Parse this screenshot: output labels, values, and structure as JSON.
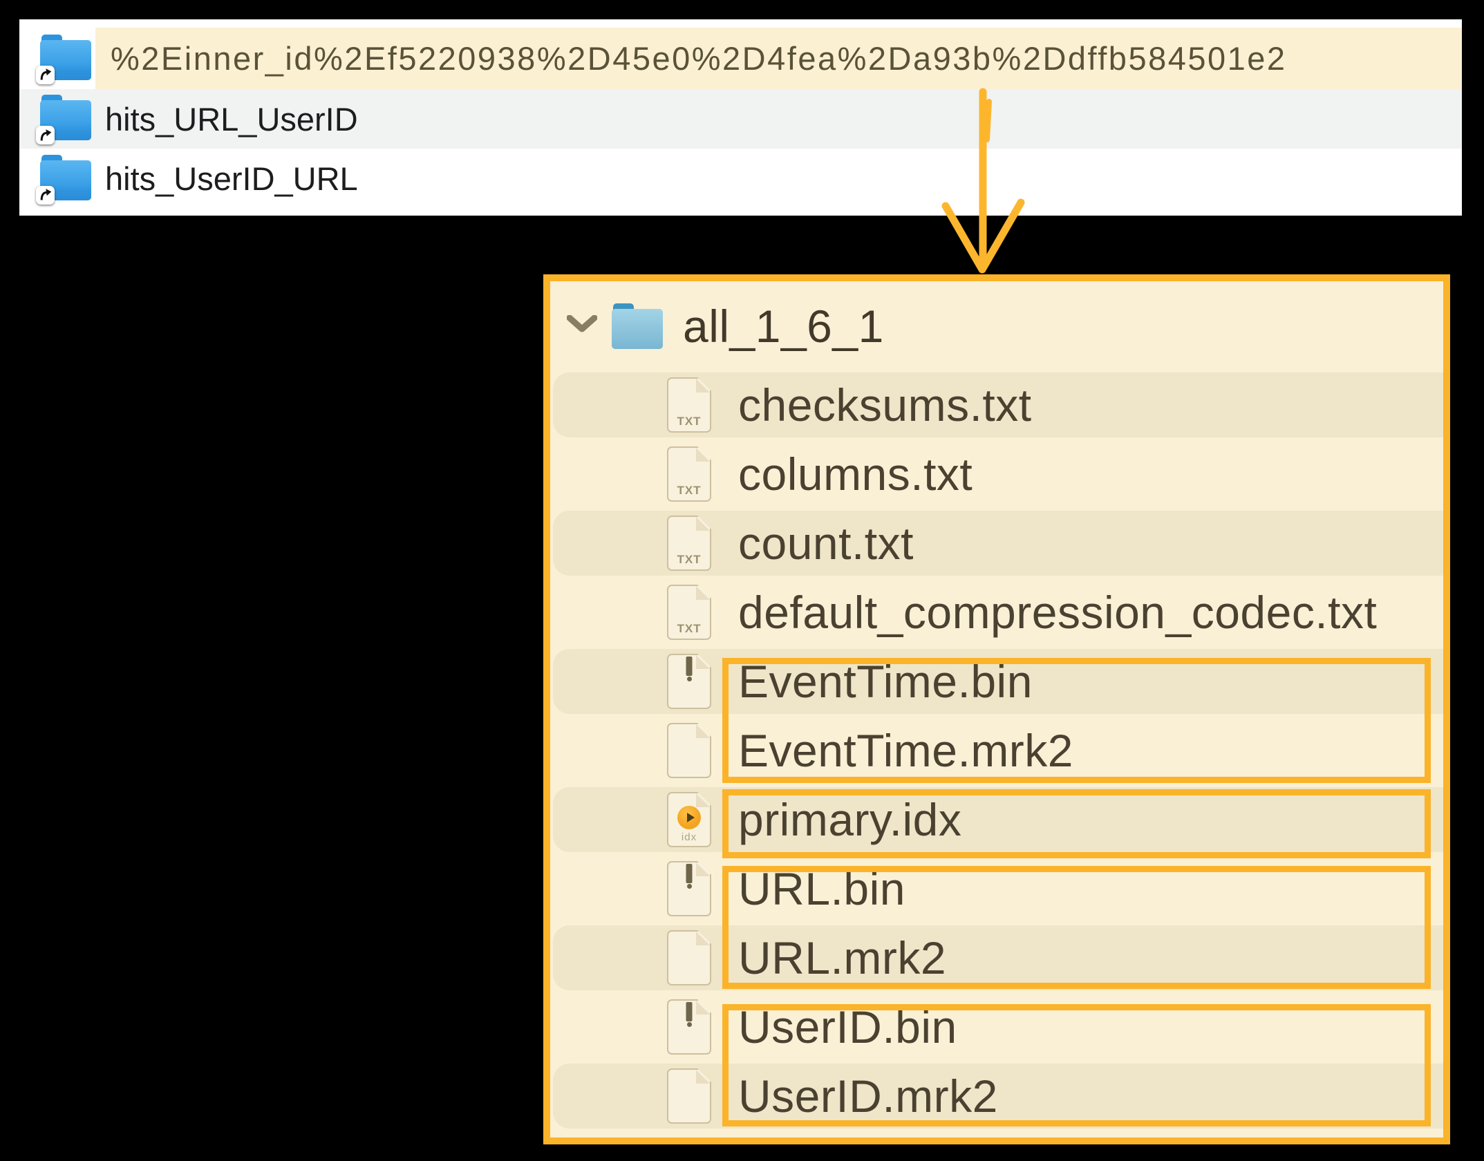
{
  "colors": {
    "accent": "#fbb32a",
    "selection_highlight": "#fbf0d2",
    "panel_background": "#faf0d6",
    "row_stripe": "#efe5c9",
    "alt_row_gray": "#f1f2f2"
  },
  "finder_list": {
    "rows": [
      {
        "name": "%2Einner_id%2Ef5220938%2D45e0%2D4fea%2Da93b%2Ddffb584501e2",
        "icon": "folder-alias-icon",
        "highlighted": true
      },
      {
        "name": "hits_URL_UserID",
        "icon": "folder-alias-icon",
        "highlighted": false
      },
      {
        "name": "hits_UserID_URL",
        "icon": "folder-alias-icon",
        "highlighted": false
      }
    ]
  },
  "annotation": {
    "arrow": "from-highlighted-folder-to-part-panel",
    "highlight_groups": [
      [
        "EventTime.bin",
        "EventTime.mrk2"
      ],
      [
        "primary.idx"
      ],
      [
        "URL.bin",
        "URL.mrk2"
      ],
      [
        "UserID.bin",
        "UserID.mrk2"
      ]
    ]
  },
  "part_panel": {
    "folder": {
      "name": "all_1_6_1",
      "expanded": true
    },
    "files": [
      {
        "name": "checksums.txt",
        "icon": "txt-file-icon",
        "ext_label": "TXT"
      },
      {
        "name": "columns.txt",
        "icon": "txt-file-icon",
        "ext_label": "TXT"
      },
      {
        "name": "count.txt",
        "icon": "txt-file-icon",
        "ext_label": "TXT"
      },
      {
        "name": "default_compression_codec.txt",
        "icon": "txt-file-icon",
        "ext_label": "TXT"
      },
      {
        "name": "EventTime.bin",
        "icon": "bin-file-icon",
        "ext_label": ""
      },
      {
        "name": "EventTime.mrk2",
        "icon": "blank-file-icon",
        "ext_label": ""
      },
      {
        "name": "primary.idx",
        "icon": "idx-file-icon",
        "ext_label": "idx"
      },
      {
        "name": "URL.bin",
        "icon": "bin-file-icon",
        "ext_label": ""
      },
      {
        "name": "URL.mrk2",
        "icon": "blank-file-icon",
        "ext_label": ""
      },
      {
        "name": "UserID.bin",
        "icon": "bin-file-icon",
        "ext_label": ""
      },
      {
        "name": "UserID.mrk2",
        "icon": "blank-file-icon",
        "ext_label": ""
      }
    ]
  }
}
